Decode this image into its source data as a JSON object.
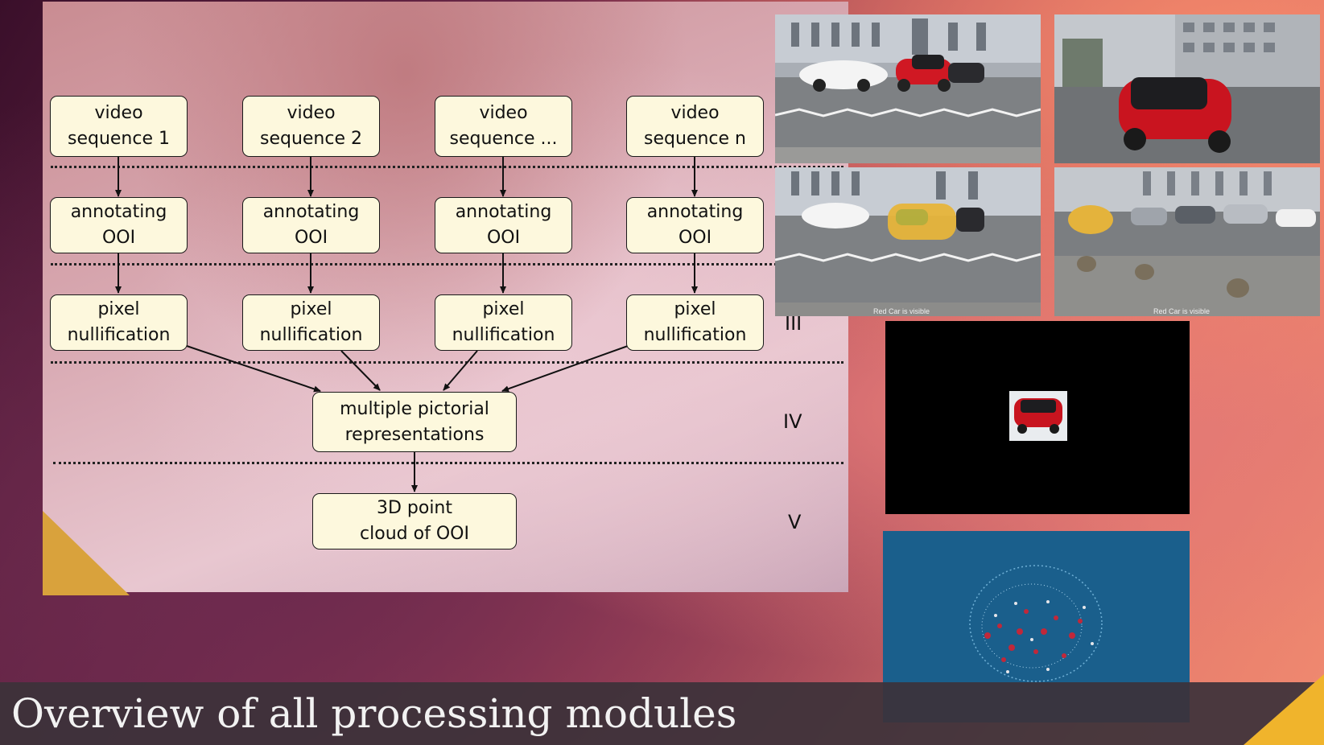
{
  "slide": {
    "title": "Overview of all processing modules"
  },
  "diagram": {
    "row1": [
      "video\nsequence 1",
      "video\nsequence 2",
      "video\nsequence ...",
      "video\nsequence n"
    ],
    "row2": [
      "annotating\nOOI",
      "annotating\nOOI",
      "annotating\nOOI",
      "annotating\nOOI"
    ],
    "row3": [
      "pixel\nnullification",
      "pixel\nnullification",
      "pixel\nnullification",
      "pixel\nnullification"
    ],
    "merge": "multiple pictorial\nrepresentations",
    "output": "3D point\ncloud of OOI",
    "stage_labels": {
      "iii": "III",
      "iv": "IV",
      "v": "V"
    }
  },
  "images": {
    "caption_left": "Red Car is visible",
    "caption_right": "Red Car is visible"
  },
  "colors": {
    "box_fill": "#fdf8dd",
    "accent_triangle": "#d9a23c",
    "point_cloud_bg": "#1a5f8c"
  }
}
